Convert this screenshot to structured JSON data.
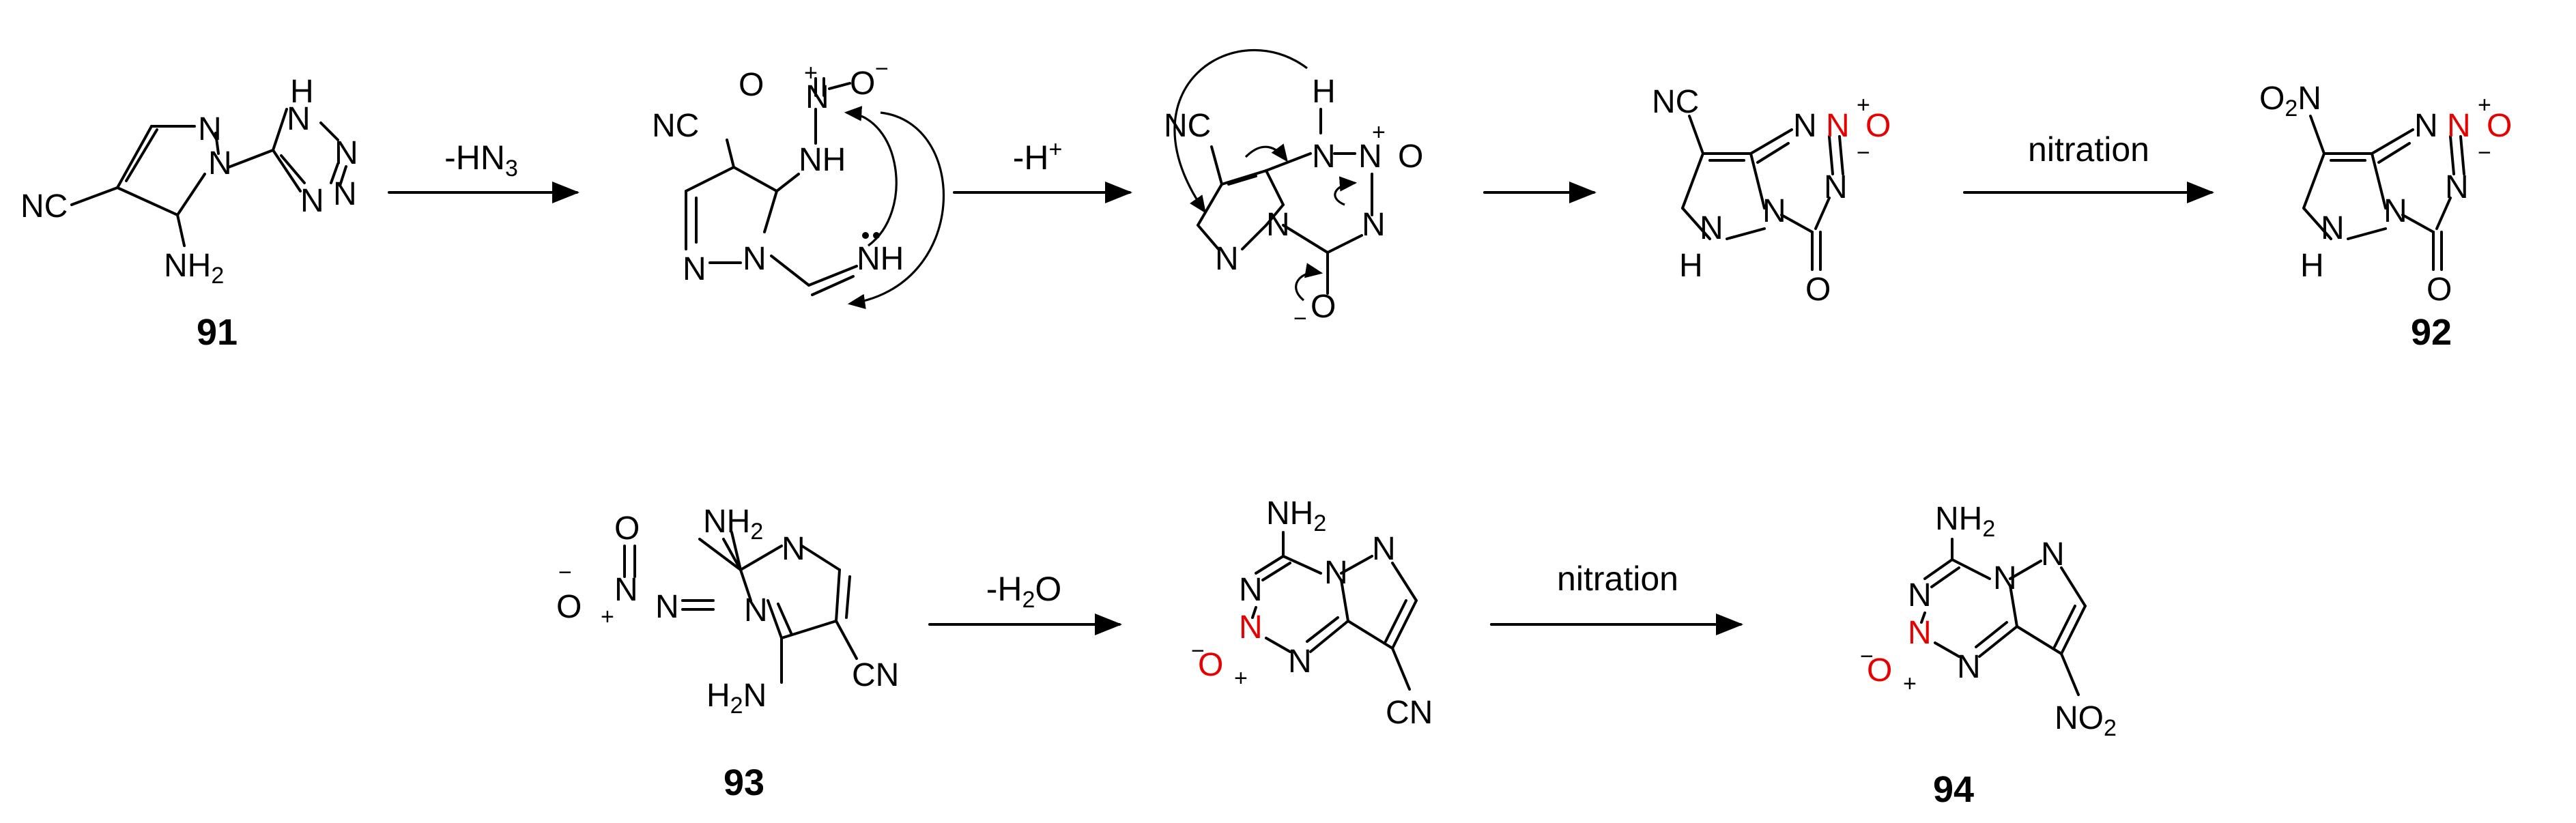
{
  "compounds": {
    "c91": "91",
    "c92": "92",
    "c93": "93",
    "c94": "94"
  },
  "conditions": {
    "step1": "-HN3",
    "step2": "-H+",
    "step3": "",
    "step4": "nitration",
    "step5": "-H2O",
    "step6": "nitration"
  },
  "atom_labels": {
    "NC": "NC",
    "CN": "CN",
    "NH2": "NH2",
    "NH": "NH",
    "N": "N",
    "O": "O",
    "O2N": "O2N",
    "NO2": "NO2",
    "H": "H"
  },
  "colors": {
    "ink": "#000000",
    "n_oxide_red": "#e60000"
  }
}
